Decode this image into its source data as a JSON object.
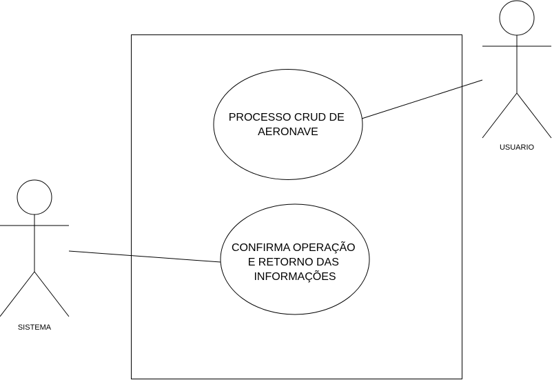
{
  "diagram": {
    "type": "use-case",
    "actors": [
      {
        "id": "usuario",
        "label": "USUARIO"
      },
      {
        "id": "sistema",
        "label": "SISTEMA"
      }
    ],
    "use_cases": [
      {
        "id": "crud",
        "lines": [
          "PROCESSO CRUD DE",
          "AERONAVE"
        ]
      },
      {
        "id": "confirma",
        "lines": [
          "CONFIRMA OPERAÇÃO",
          "E RETORNO DAS",
          "INFORMAÇÕES"
        ]
      }
    ],
    "associations": [
      {
        "from": "usuario",
        "to": "crud"
      },
      {
        "from": "sistema",
        "to": "confirma"
      }
    ]
  }
}
